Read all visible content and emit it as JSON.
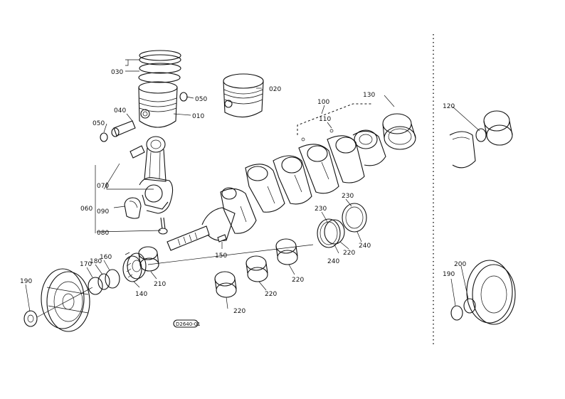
{
  "diagram": {
    "stamp": "D2640-01",
    "labels": {
      "p010": "010",
      "p020": "020",
      "p030": "030",
      "p040": "040",
      "p050a": "050",
      "p050b": "050",
      "p060": "060",
      "p070": "070",
      "p080": "080",
      "p090": "090",
      "p100": "100",
      "p110": "110",
      "p120": "120",
      "p130": "130",
      "p140": "140",
      "p150": "150",
      "p160": "160",
      "p170": "170",
      "p180": "180",
      "p190a": "190",
      "p190b": "190",
      "p200": "200",
      "p210": "210",
      "p220a": "220",
      "p220b": "220",
      "p220c": "220",
      "p220d": "220",
      "p230a": "230",
      "p230b": "230",
      "p240a": "240",
      "p240b": "240"
    }
  }
}
